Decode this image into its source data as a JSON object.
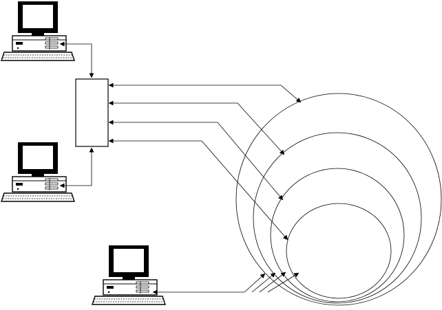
{
  "diagram": {
    "nodes": [
      {
        "id": "computer-top",
        "kind": "computer-icon"
      },
      {
        "id": "computer-middle",
        "kind": "computer-icon"
      },
      {
        "id": "computer-bottom",
        "kind": "computer-icon"
      },
      {
        "id": "hub",
        "kind": "rectangle-box"
      },
      {
        "id": "ring-1",
        "kind": "ellipse-ring"
      },
      {
        "id": "ring-2",
        "kind": "ellipse-ring"
      },
      {
        "id": "ring-3",
        "kind": "ellipse-ring"
      },
      {
        "id": "ring-4",
        "kind": "ellipse-ring"
      }
    ],
    "connections": [
      {
        "from": "computer-top",
        "to": "hub",
        "arrows": "both"
      },
      {
        "from": "computer-middle",
        "to": "hub",
        "arrows": "both"
      },
      {
        "from": "hub",
        "to": "ring-1",
        "arrows": "both"
      },
      {
        "from": "hub",
        "to": "ring-2",
        "arrows": "both"
      },
      {
        "from": "hub",
        "to": "ring-3",
        "arrows": "both"
      },
      {
        "from": "hub",
        "to": "ring-4",
        "arrows": "both"
      },
      {
        "from": "computer-bottom",
        "to": "ring-1",
        "arrows": "end"
      },
      {
        "from": "computer-bottom",
        "to": "ring-2",
        "arrows": "end"
      },
      {
        "from": "computer-bottom",
        "to": "ring-3",
        "arrows": "end"
      },
      {
        "from": "computer-bottom",
        "to": "ring-4",
        "arrows": "end"
      }
    ],
    "colors": {
      "stroke": "#000000",
      "background": "#ffffff"
    }
  }
}
